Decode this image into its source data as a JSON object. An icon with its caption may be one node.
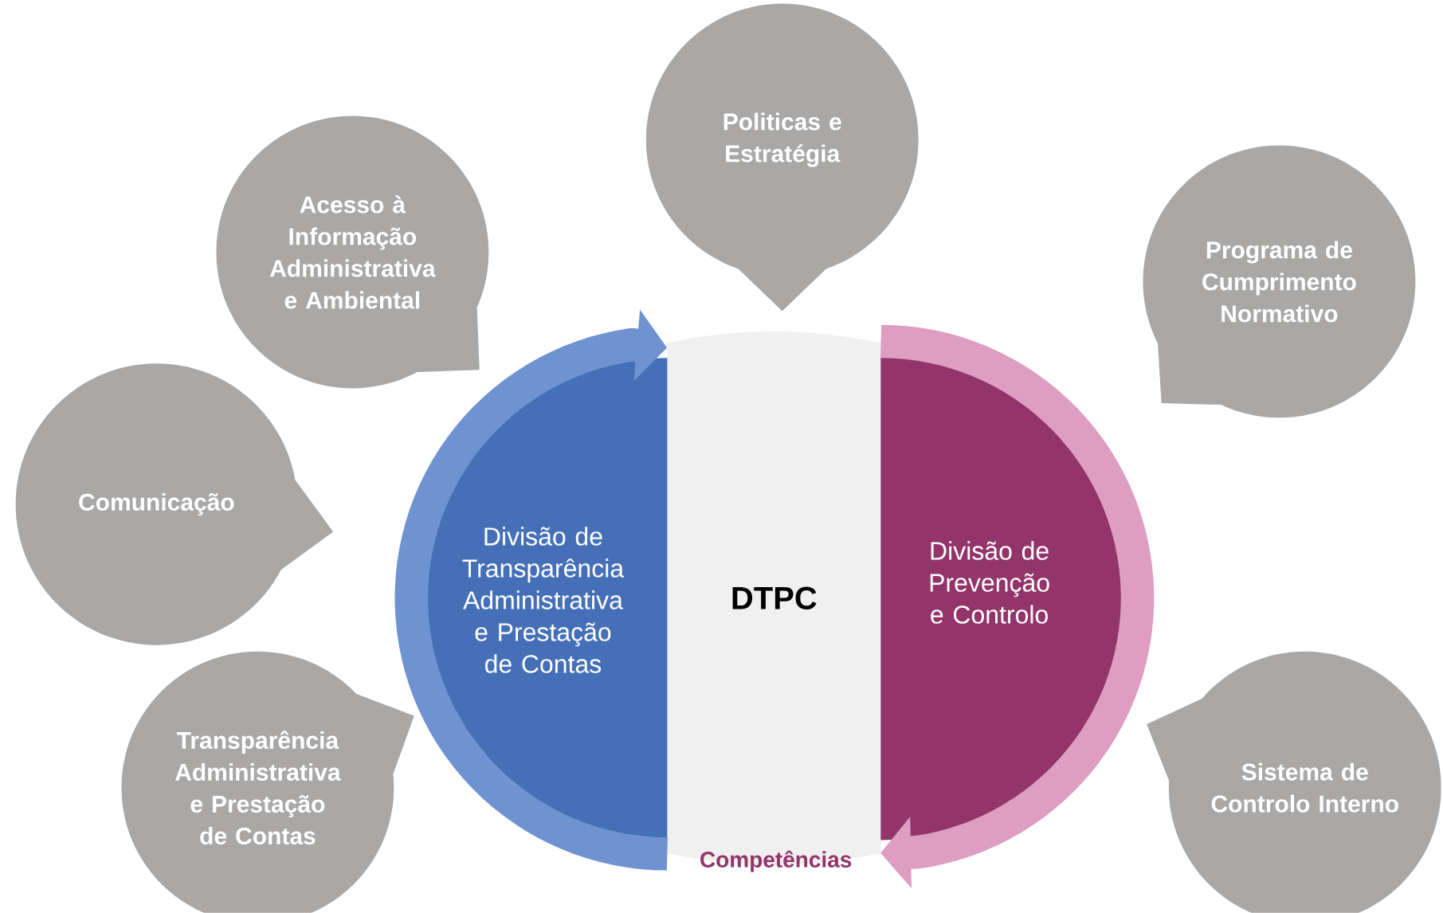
{
  "diagram": {
    "nodes": [
      {
        "text": [
          "Politicas e Estratégia"
        ]
      },
      {
        "text": [
          "Acesso à Informação Administrativa e Ambiental"
        ]
      },
      {
        "text": [
          "Programa de Cumprimento Normativo"
        ]
      },
      {
        "text": [
          "Comunicação"
        ]
      },
      {
        "text": [
          "DTPC"
        ]
      },
      {
        "text": [
          "Divisão de Transparência Administrativa e Prestação de Contas"
        ]
      },
      {
        "text": [
          "Divisão de Prevenção e Controlo"
        ]
      },
      {
        "text": [
          "Transparência Administrativa e Prestação de Contas"
        ]
      },
      {
        "text": [
          "Sistema de Controlo Interno"
        ]
      }
    ],
    "edges": [
      {
        "from": null,
        "to": 4,
        "arrow": "to",
        "color": "#6f93d0"
      },
      {
        "from": 4,
        "to": 6,
        "arrow": "to",
        "color": "#dd9ec2"
      }
    ],
    "labels": [
      "Competências"
    ]
  }
}
